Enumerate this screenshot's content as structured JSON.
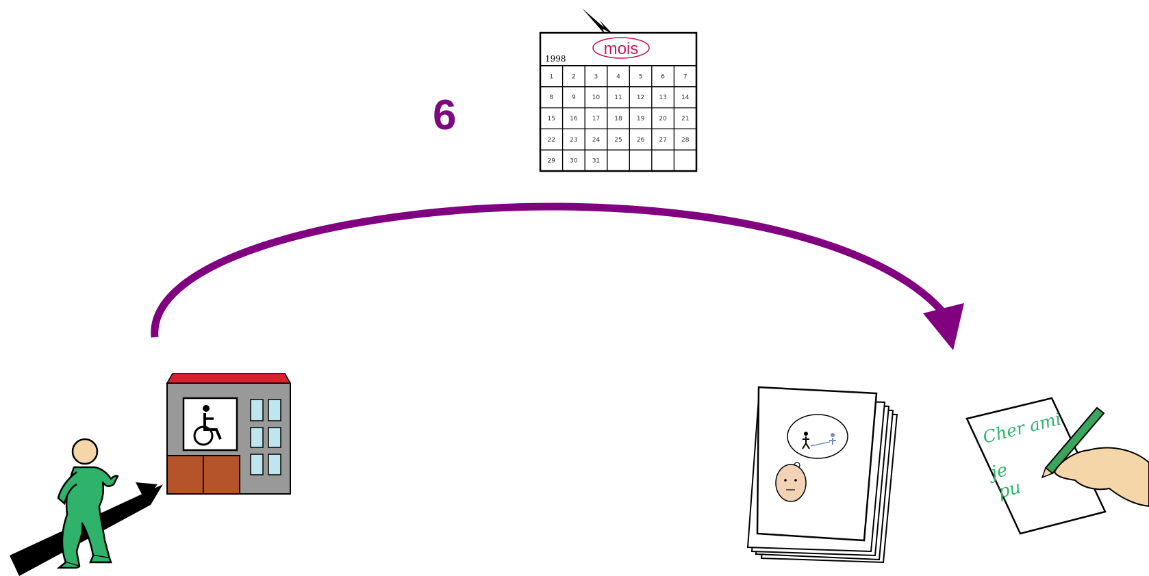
{
  "diagram": {
    "step_number": "6",
    "accent_color": "#800080",
    "calendar": {
      "year": "1998",
      "month_word": "mois",
      "days": [
        "1",
        "2",
        "3",
        "4",
        "5",
        "6",
        "7",
        "8",
        "9",
        "10",
        "11",
        "12",
        "13",
        "14",
        "15",
        "16",
        "17",
        "18",
        "19",
        "20",
        "21",
        "22",
        "23",
        "24",
        "25",
        "26",
        "27",
        "28",
        "29",
        "30",
        "31"
      ]
    },
    "letter_text": {
      "line1": "Cher ami",
      "line2": "je",
      "line3": "pu"
    },
    "icons": [
      "walking-person-icon",
      "accessible-building-icon",
      "calendar-icon",
      "document-stack-icon",
      "writing-hand-icon",
      "curved-arrow-icon"
    ]
  }
}
